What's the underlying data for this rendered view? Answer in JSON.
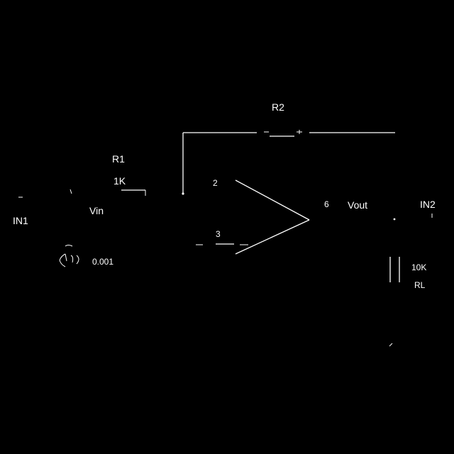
{
  "colors": {
    "background": "#000000",
    "foreground": "#ffffff"
  },
  "labels": {
    "in1": "IN1",
    "r1_name": "R1",
    "r1_value": "1K",
    "vin": "Vin",
    "r2_name": "R2",
    "pin_minus": "2",
    "pin_plus": "3",
    "pin_out": "6",
    "vout": "Vout",
    "in2": "IN2",
    "rl_value": "10K",
    "rl_name": "RL",
    "source": "0.001"
  }
}
